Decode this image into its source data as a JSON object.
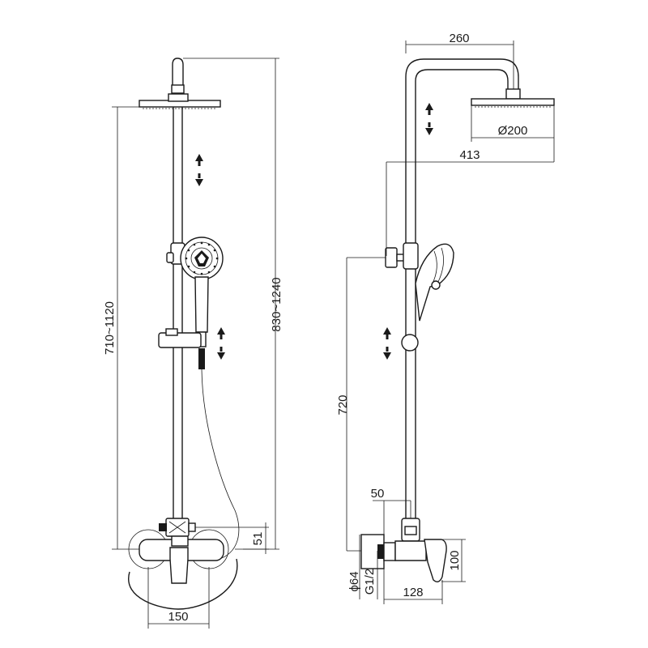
{
  "front_view": {
    "dimensions": {
      "height_range_1": "710~1120",
      "height_range_2": "830~1240",
      "inlet_offset": "51",
      "inlet_spacing": "150"
    }
  },
  "side_view": {
    "dimensions": {
      "arm_length": "260",
      "head_diameter": "Ø200",
      "projection": "413",
      "holder_height": "720",
      "pipe_offset": "50",
      "mixer_height": "100",
      "mixer_depth": "128",
      "flange_diameter": "ϕ64",
      "thread": "G1/2"
    }
  }
}
